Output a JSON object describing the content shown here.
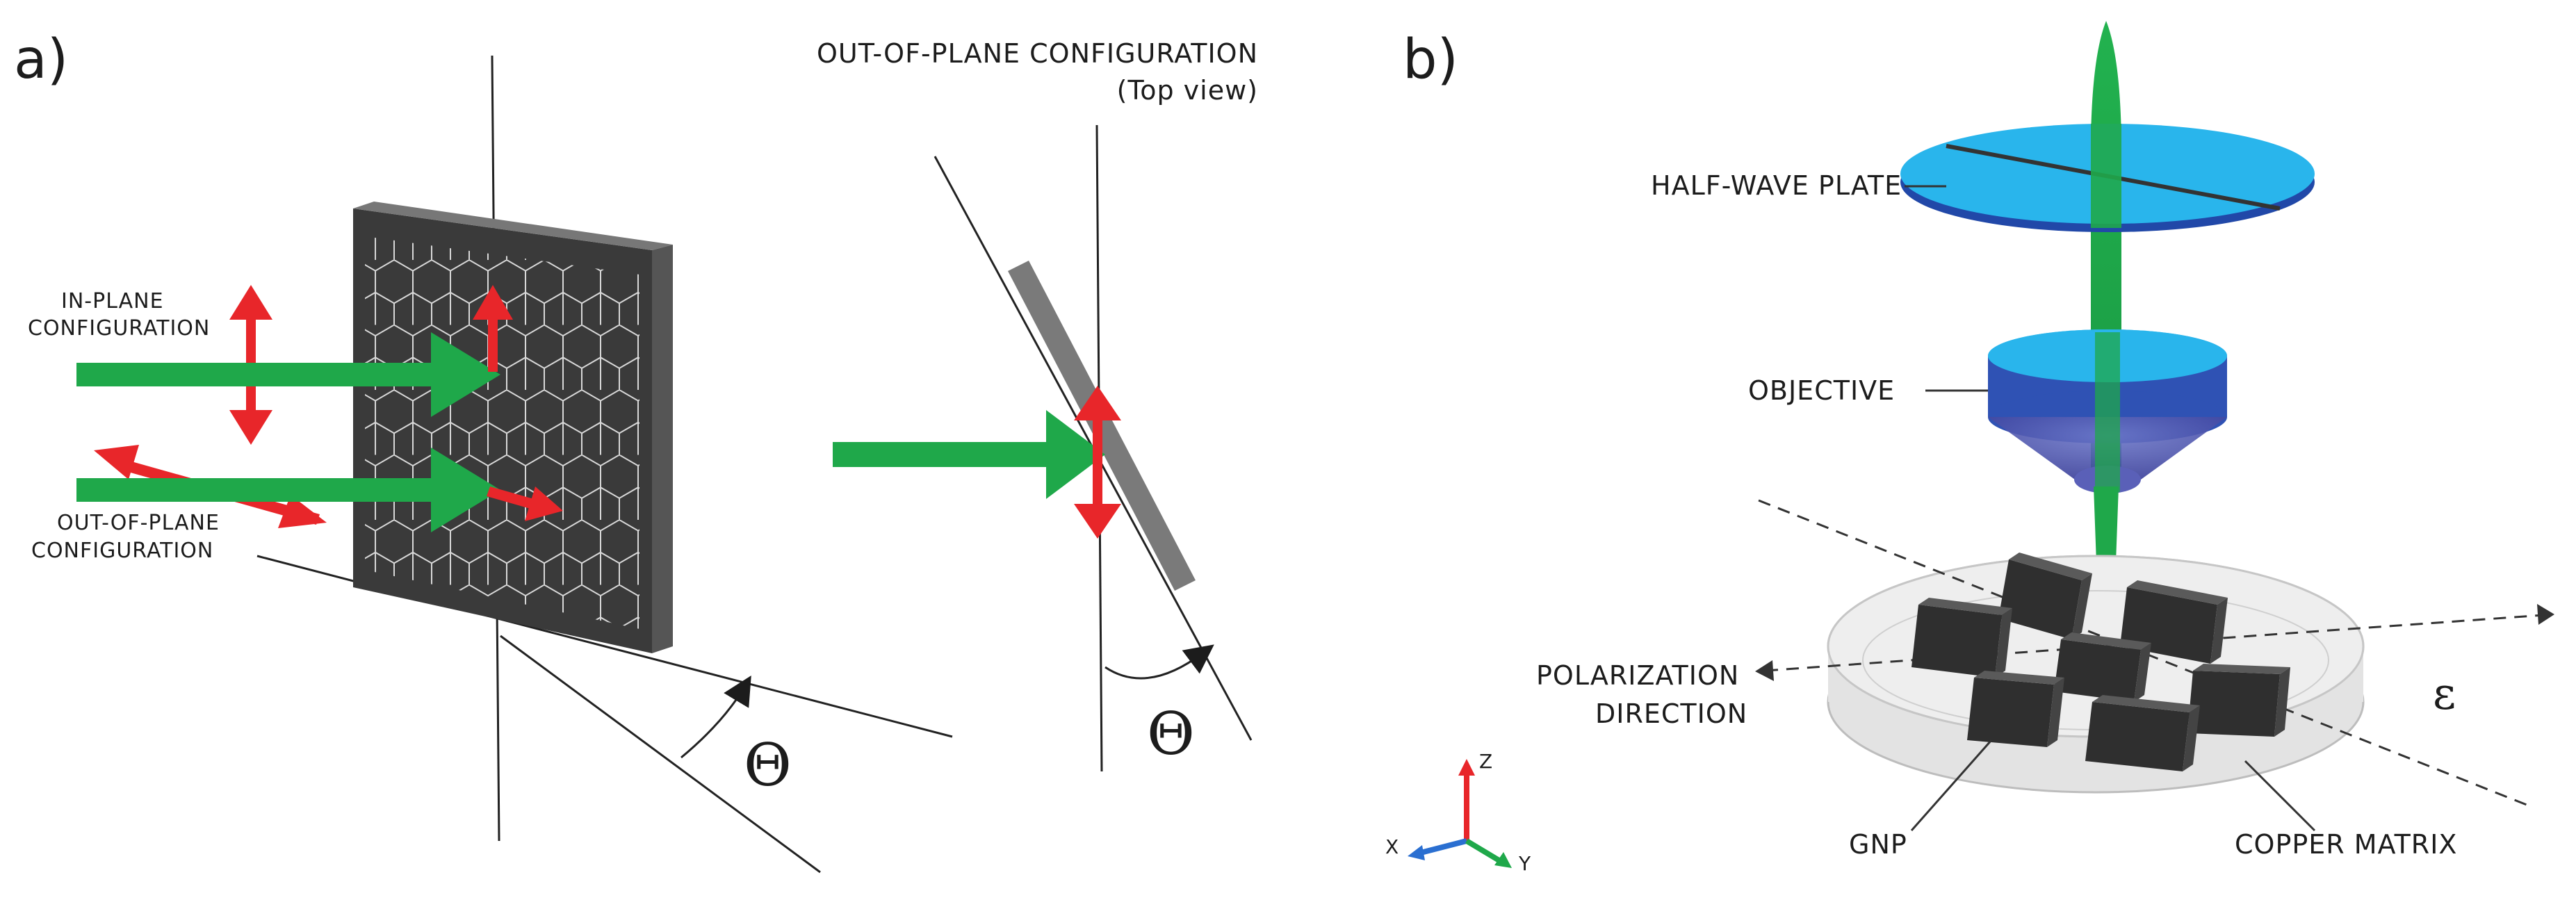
{
  "panel_a": {
    "label": "a)",
    "in_plane_label": [
      "IN-PLANE",
      "CONFIGURATION"
    ],
    "out_of_plane_label": [
      "OUT-OF-PLANE",
      "CONFIGURATION"
    ],
    "top_view_title": "OUT-OF-PLANE CONFIGURATION",
    "top_view_subtitle": "(Top view)",
    "angle_symbol": "Θ",
    "angle_symbol_top": "Θ"
  },
  "panel_b": {
    "label": "b)",
    "half_wave_plate": "HALF-WAVE PLATE",
    "objective": "OBJECTIVE",
    "polarization_direction": [
      "POLARIZATION",
      "DIRECTION"
    ],
    "epsilon": "ε",
    "gnp": "GNP",
    "copper_matrix": "COPPER MATRIX",
    "axes": {
      "z": "Z",
      "x": "X",
      "y": "Y"
    }
  },
  "colors": {
    "laser_green": "#1fa84a",
    "polarization_red": "#e8262a",
    "sample_dark": "#3a3a3a",
    "waveplate_blue": "#29b5ec",
    "objective_blue": "#2f52b4",
    "matrix_gray": "#d9d9d9"
  }
}
